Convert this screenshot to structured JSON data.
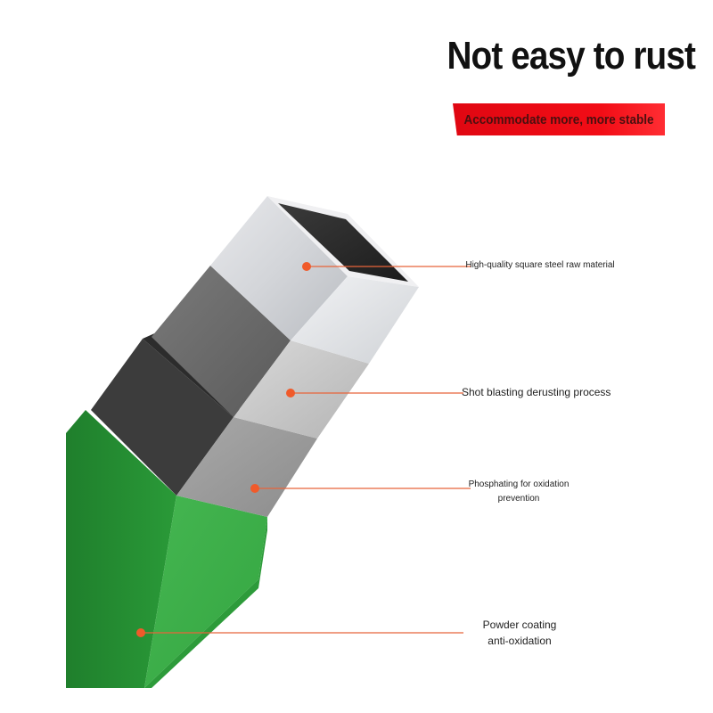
{
  "header": {
    "title": "Not easy to rust",
    "tagline": "Accommodate more, more stable"
  },
  "layers": [
    {
      "id": "steel",
      "lines": [
        "High-quality square steel raw material"
      ],
      "color": "#c9cbcf"
    },
    {
      "id": "shot-blasting",
      "lines": [
        "Shot blasting derusting process"
      ],
      "color": "#bdbdbd"
    },
    {
      "id": "phosphating",
      "lines": [
        "Phosphating for oxidation",
        "prevention"
      ],
      "color": "#9a9a9a"
    },
    {
      "id": "powder-coating",
      "lines": [
        "Powder coating",
        "anti-oxidation"
      ],
      "color": "#2fa33d"
    }
  ],
  "colors": {
    "accent_red": "#e80a12",
    "marker_orange": "#f05a2a",
    "green_coating": "#2fa33d",
    "background": "#ffffff"
  },
  "icons": {
    "marker": "callout-dot-icon"
  }
}
